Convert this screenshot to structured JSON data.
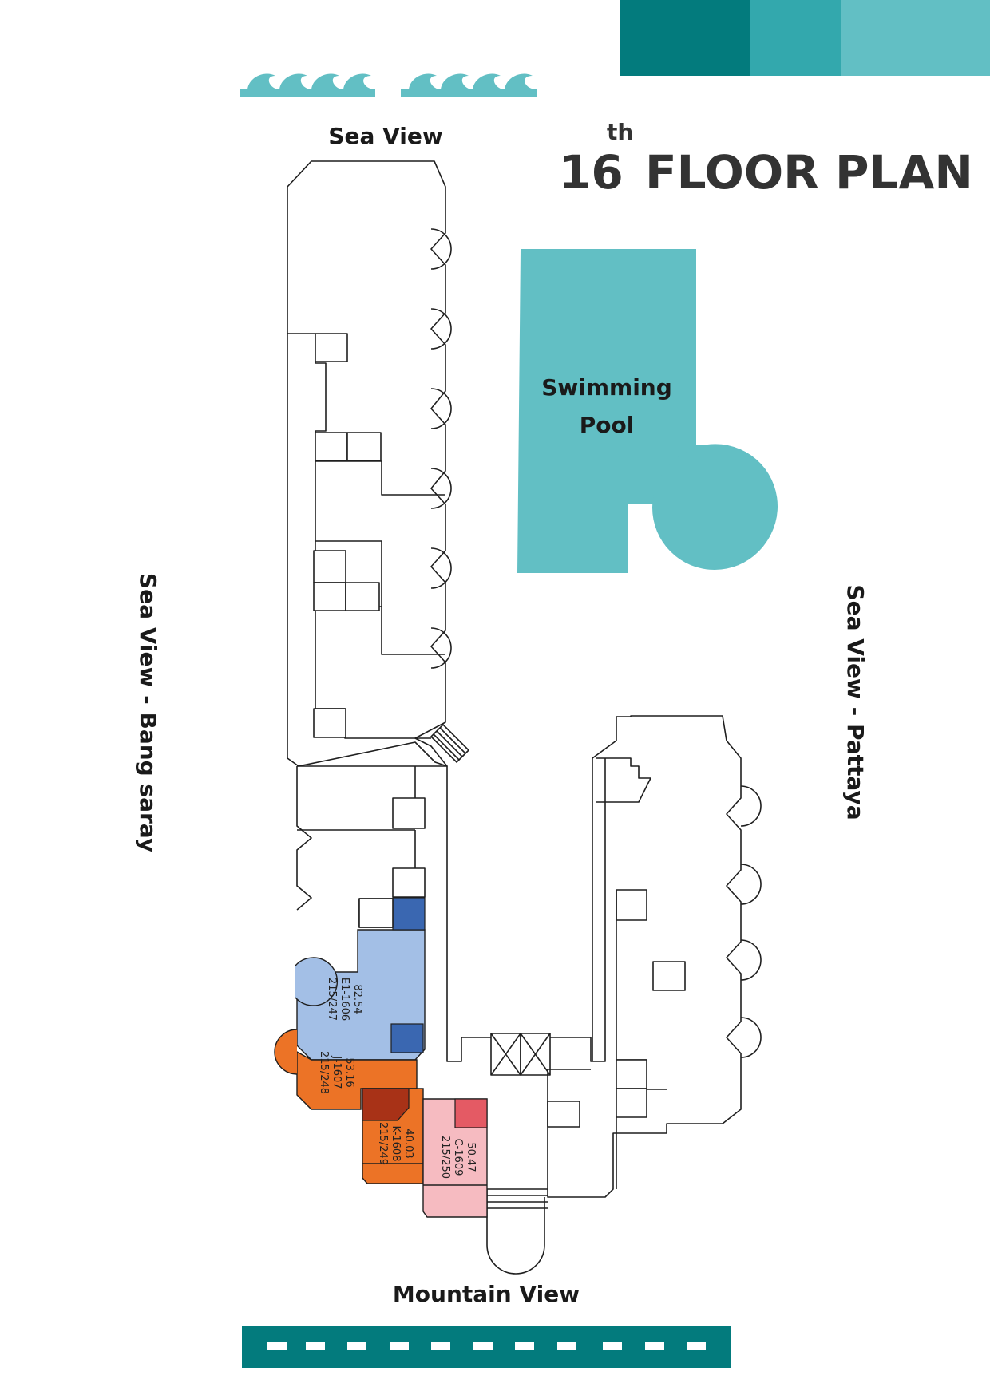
{
  "title": {
    "number": "16",
    "suffix": "th",
    "text": "FLOOR PLAN"
  },
  "views": {
    "top": "Sea View",
    "left": "Sea View - Bang saray",
    "right": "Sea View - Pattaya",
    "bottom": "Mountain View"
  },
  "pool": {
    "line1": "Swimming",
    "line2": "Pool"
  },
  "units": [
    {
      "area": "82.54",
      "code": "E1-1606",
      "address": "215/247"
    },
    {
      "area": "53.16",
      "code": "J-1607",
      "address": "215/248"
    },
    {
      "area": "40.03",
      "code": "K-1608",
      "address": "215/249"
    },
    {
      "area": "50.47",
      "code": "C-1609",
      "address": "215/250"
    }
  ],
  "colors": {
    "teal_dark": "#037b7d",
    "teal_mid": "#33a8ad",
    "teal_light": "#62bfc4",
    "pool": "#62bfc4",
    "unit_e1": "#a3bfe6",
    "unit_e1_dark": "#3a67b1",
    "unit_j": "#ec7326",
    "unit_k": "#ec7326",
    "unit_k_dark": "#a83217",
    "unit_c": "#f6bbc1",
    "unit_c_dark": "#e45a64"
  }
}
